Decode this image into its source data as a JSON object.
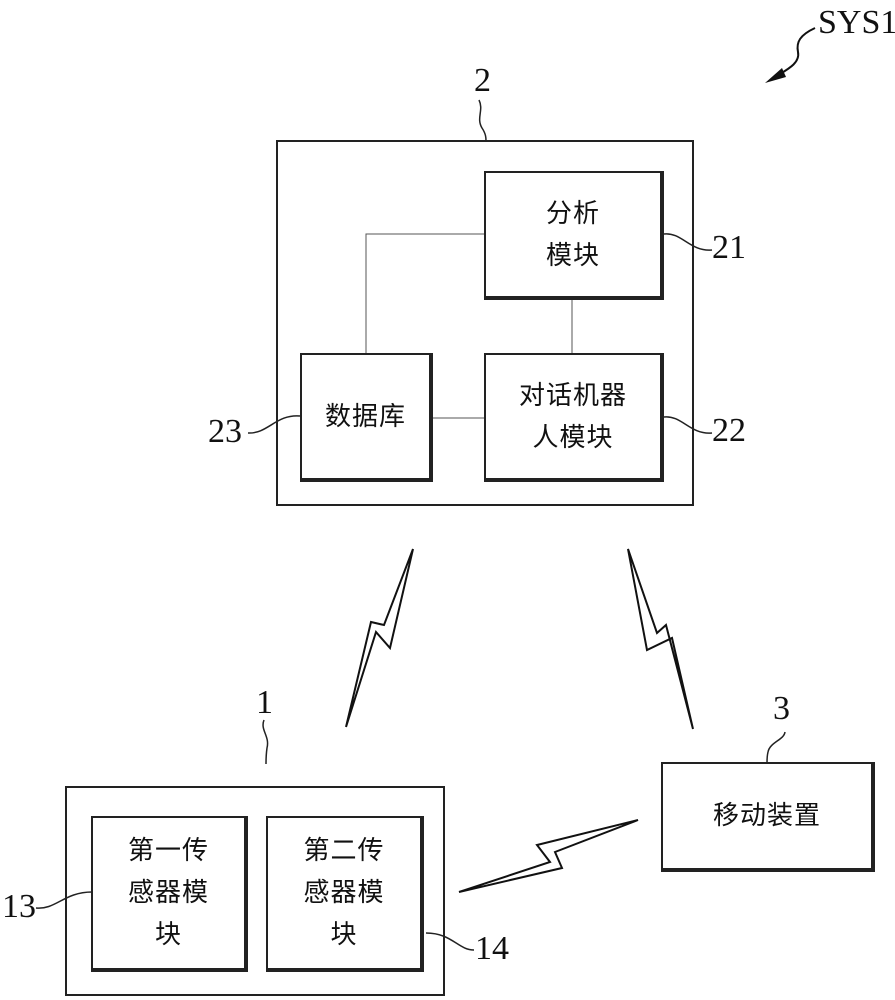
{
  "system_label": "SYS1",
  "server": {
    "ref": "2",
    "modules": [
      {
        "ref": "21",
        "label": "分析\n模块"
      },
      {
        "ref": "22",
        "label": "对话机器\n人模块"
      },
      {
        "ref": "23",
        "label": "数据库"
      }
    ]
  },
  "sensor_device": {
    "ref": "1",
    "modules": [
      {
        "ref": "13",
        "label": "第一传\n感器模\n块"
      },
      {
        "ref": "14",
        "label": "第二传\n感器模\n块"
      }
    ]
  },
  "mobile_device": {
    "ref": "3",
    "label": "移动装置"
  },
  "connections": [
    {
      "from": "分析模块",
      "to": "数据库",
      "type": "wired"
    },
    {
      "from": "分析模块",
      "to": "对话机器人模块",
      "type": "wired"
    },
    {
      "from": "数据库",
      "to": "对话机器人模块",
      "type": "wired"
    },
    {
      "from": "1",
      "to": "2",
      "type": "wireless"
    },
    {
      "from": "3",
      "to": "2",
      "type": "wireless"
    },
    {
      "from": "1",
      "to": "3",
      "type": "wireless"
    }
  ]
}
